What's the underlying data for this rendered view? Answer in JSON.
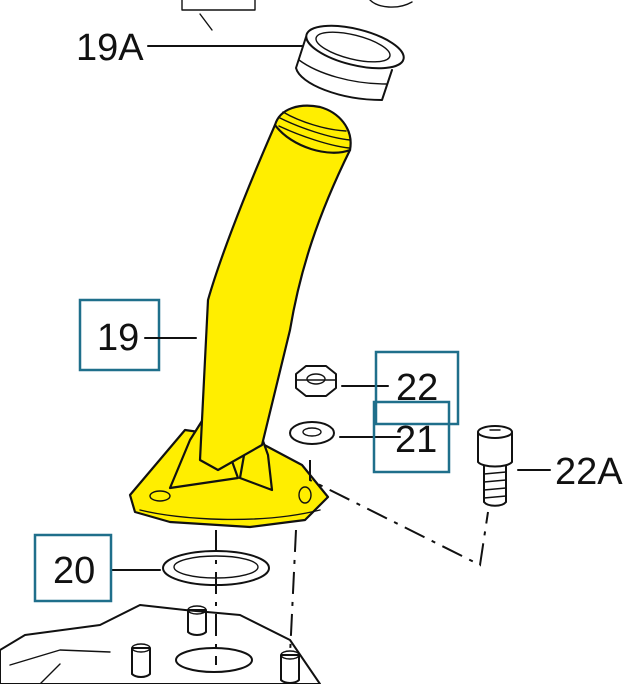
{
  "diagram": {
    "callouts": {
      "c19A": "19A",
      "c19": "19",
      "c22": "22",
      "c21": "21",
      "c22A": "22A",
      "c20": "20"
    },
    "highlighted_callouts": [
      "19",
      "22",
      "21",
      "20"
    ],
    "colors": {
      "part_fill": "#ffee00",
      "highlight_box": "#1f6f8b",
      "line": "#111111",
      "background": "#ffffff"
    }
  }
}
